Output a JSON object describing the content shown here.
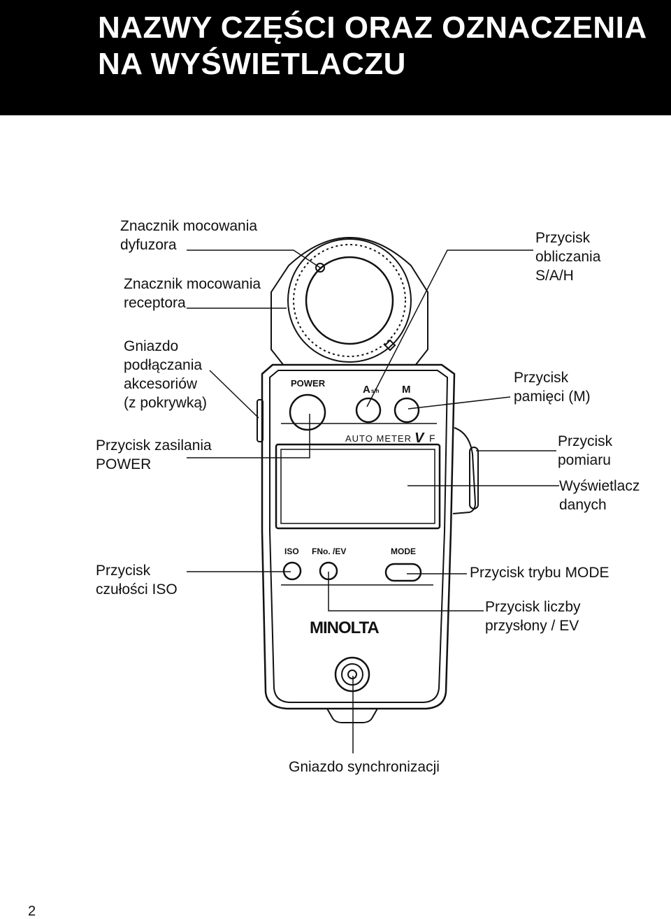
{
  "header": {
    "title_line1": "NAZWY CZĘŚCI ORAZ OZNACZENIA",
    "title_line2": "NA WYŚWIETLACZU"
  },
  "labels": {
    "diffuser_mark": [
      "Znacznik mocowania",
      "dyfuzora"
    ],
    "receptor_mark": [
      "Znacznik mocowania",
      "receptora"
    ],
    "accessory_socket": [
      "Gniazdo",
      "podłączania",
      "akcesoriów",
      "(z pokrywką)"
    ],
    "power_button": [
      "Przycisk zasilania",
      "POWER"
    ],
    "iso_button": [
      "Przycisk",
      "czułości ISO"
    ],
    "sah_button": [
      "Przycisk",
      "obliczania",
      "S/A/H"
    ],
    "memory_button": [
      "Przycisk",
      "pamięci (M)"
    ],
    "measure_button": [
      "Przycisk",
      "pomiaru"
    ],
    "data_display": [
      "Wyświetlacz",
      "danych"
    ],
    "mode_button": "Przycisk trybu MODE",
    "fno_button": [
      "Przycisk liczby",
      "przysłony / EV"
    ],
    "sync_socket": "Gniazdo synchronizacji"
  },
  "device": {
    "power_label": "POWER",
    "a_label": "A",
    "a_sub": "s/h",
    "m_label": "M",
    "brand_line": "AUTO METER",
    "model_v": "V",
    "model_f": "F",
    "iso_label": "ISO",
    "fno_label": "FNo. /EV",
    "mode_label": "MODE",
    "logo": "MINOLTA"
  },
  "page_number": "2"
}
